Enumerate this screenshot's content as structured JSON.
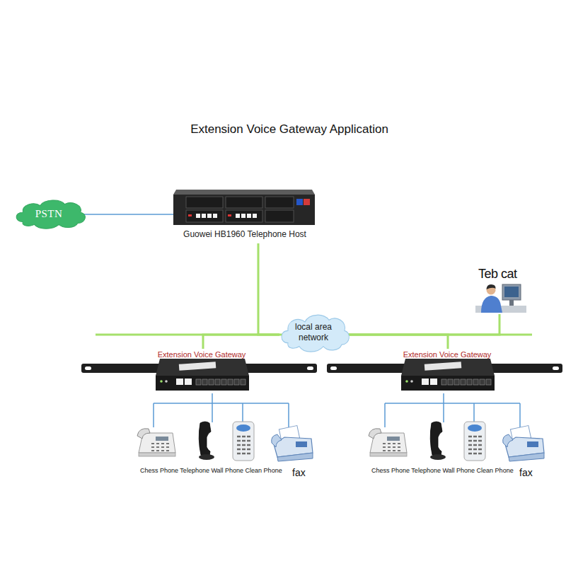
{
  "diagram": {
    "title": "Extension Voice Gateway Application",
    "nodes": [
      {
        "text": [
          "PSTN"
        ]
      },
      {
        "text": [
          "Guowei HB1960 Telephone Host"
        ]
      },
      {
        "text": [
          "Teb cat"
        ]
      },
      {
        "text": [
          "local area network"
        ]
      },
      {
        "text": [
          "Extension Voice Gateway"
        ]
      },
      {
        "text": [
          "Extension Voice Gateway"
        ]
      }
    ],
    "edges": [
      {
        "from": 0,
        "to": 1,
        "arrow": "none"
      },
      {
        "from": 1,
        "to": 3,
        "arrow": "none"
      },
      {
        "from": 2,
        "to": 3,
        "arrow": "none"
      },
      {
        "from": 3,
        "to": 4,
        "arrow": "none"
      },
      {
        "from": 3,
        "to": 5,
        "arrow": "none"
      }
    ],
    "labels": [
      "Chess Phone Telephone Wall Phone Clean Phone",
      "fax",
      "Chess Phone Telephone Wall Phone Clean Phone",
      "fax"
    ]
  }
}
